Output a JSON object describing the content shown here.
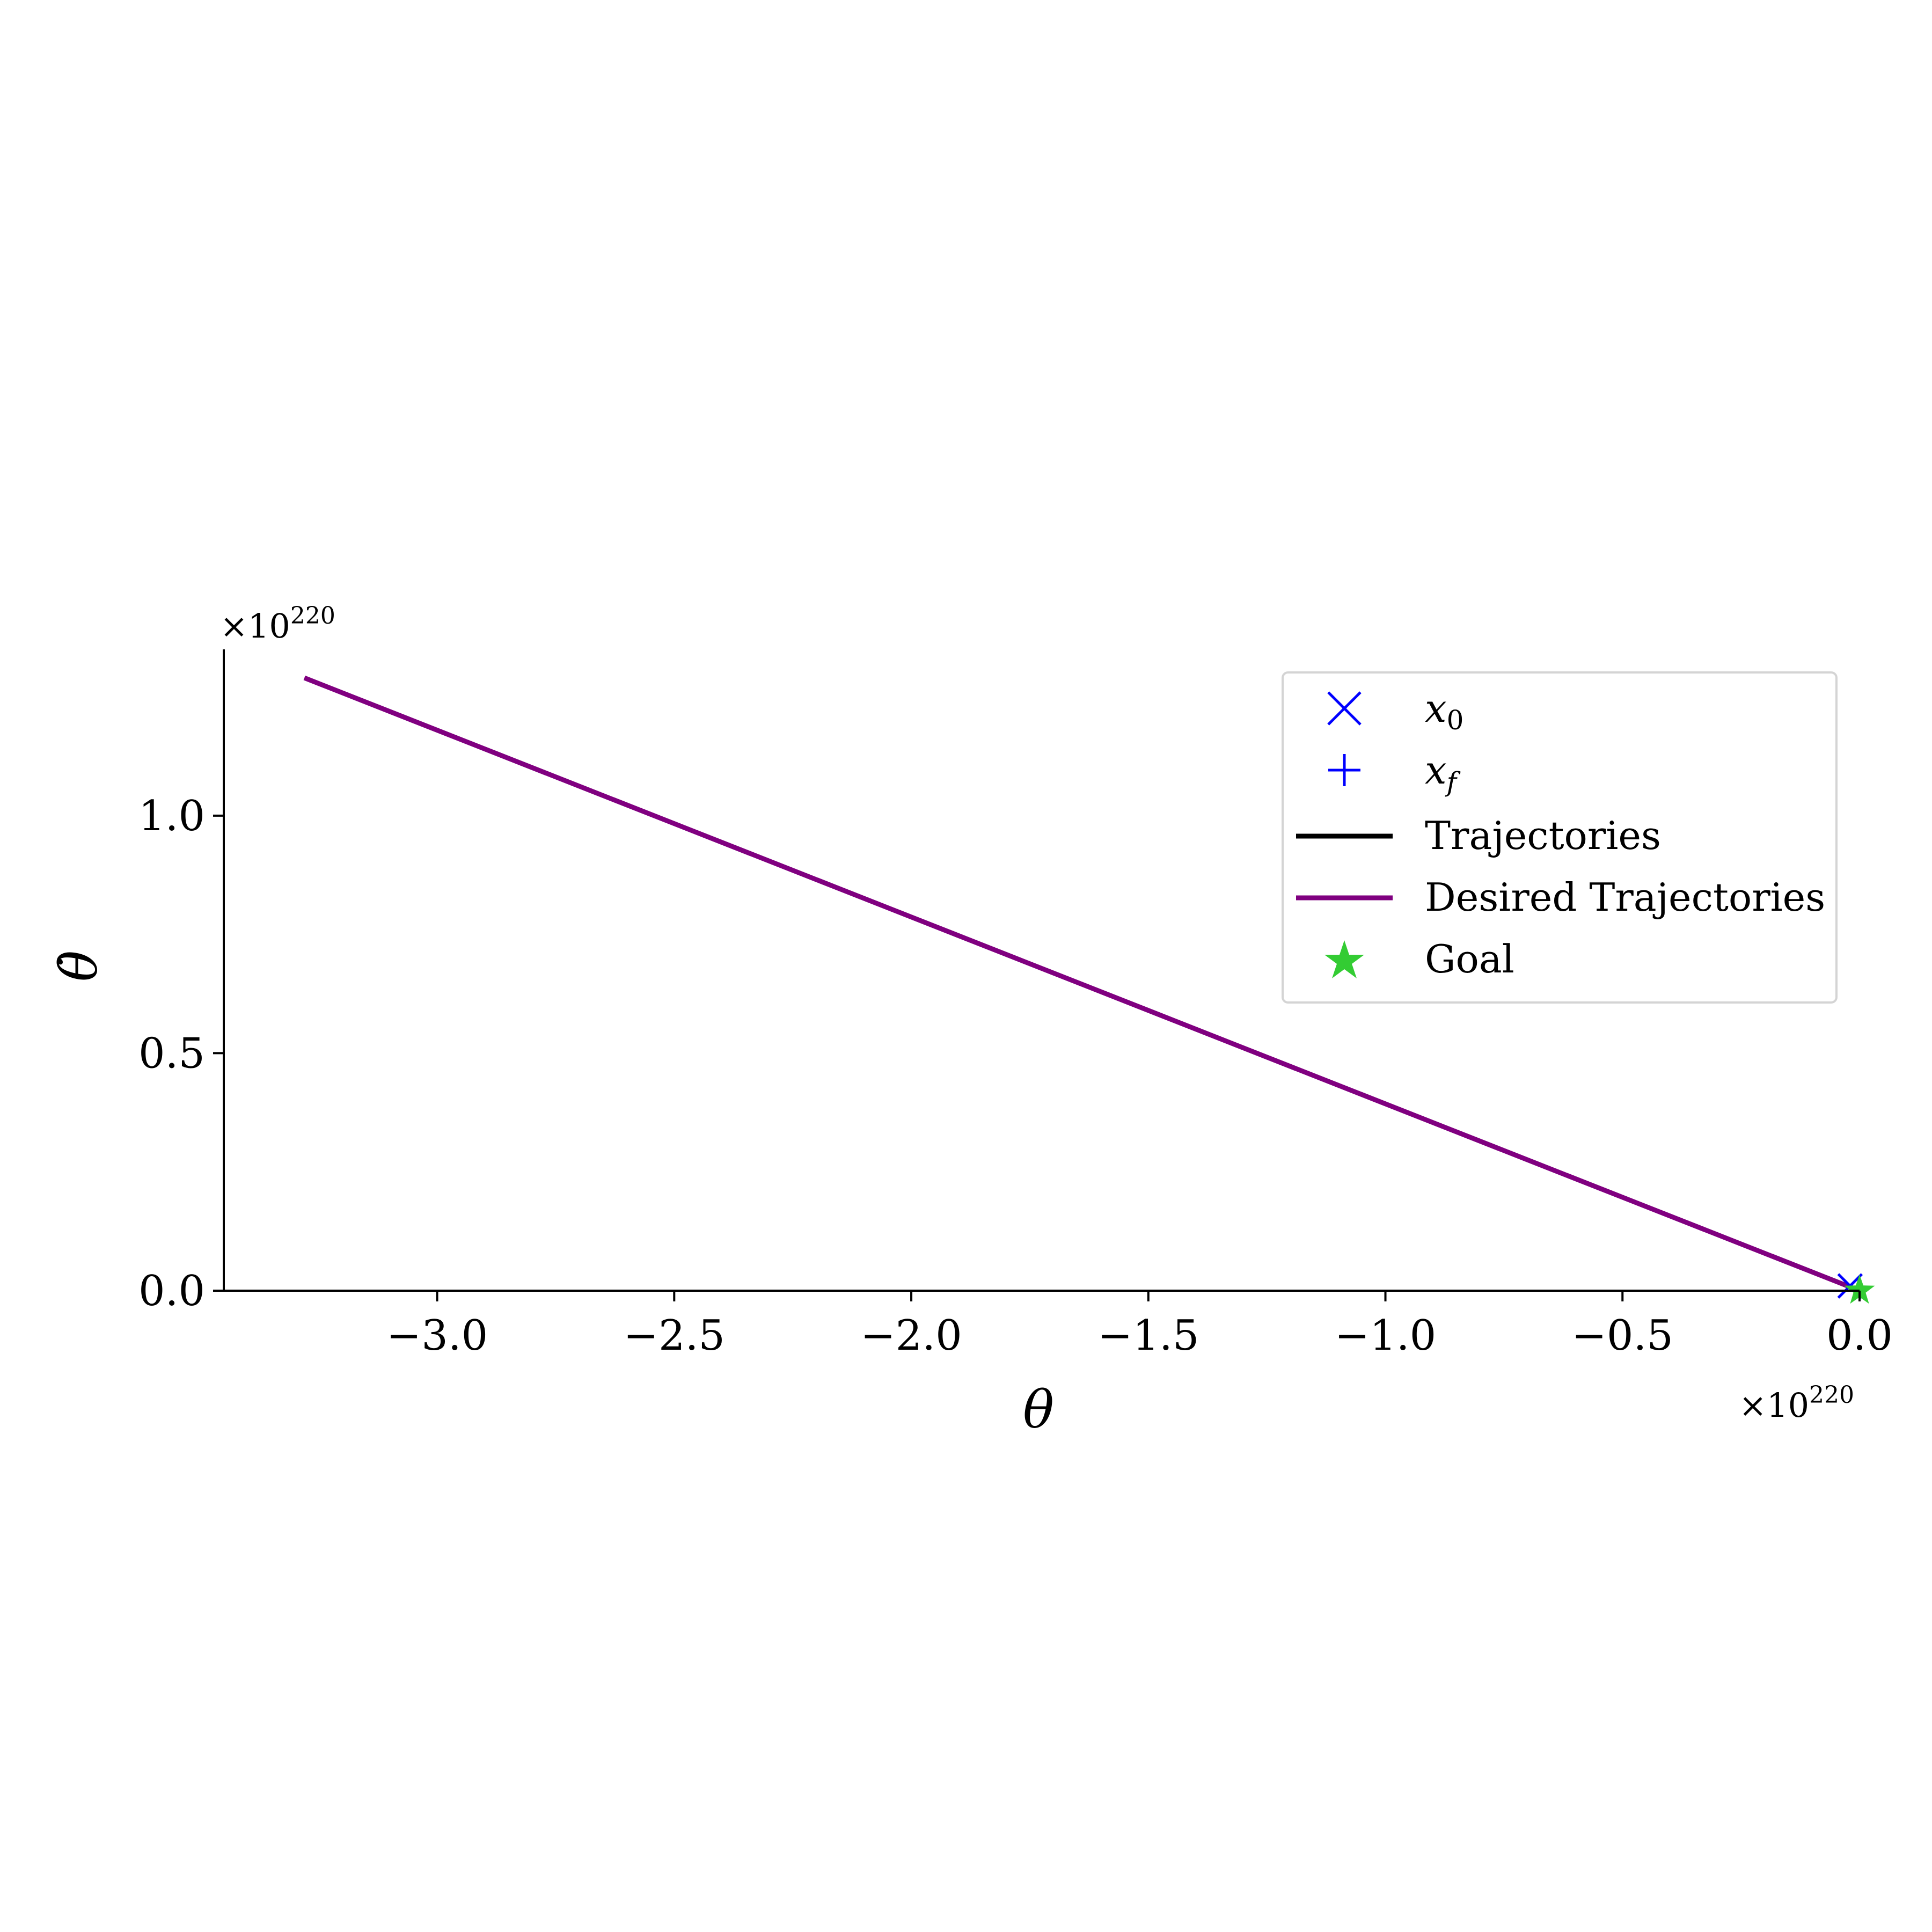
{
  "chart_data": {
    "type": "line",
    "xlabel": "θ",
    "ylabel": "θ̇",
    "x_offset_text": {
      "base": "×10",
      "exponent": "220"
    },
    "y_offset_text": {
      "base": "×10",
      "exponent": "220"
    },
    "xlim": [
      -3.45,
      0.0
    ],
    "ylim": [
      0.0,
      1.35
    ],
    "x_ticks": [
      {
        "value": -3.0,
        "label": "−3.0"
      },
      {
        "value": -2.5,
        "label": "−2.5"
      },
      {
        "value": -2.0,
        "label": "−2.0"
      },
      {
        "value": -1.5,
        "label": "−1.5"
      },
      {
        "value": -1.0,
        "label": "−1.0"
      },
      {
        "value": -0.5,
        "label": "−0.5"
      },
      {
        "value": 0.0,
        "label": "0.0"
      }
    ],
    "y_ticks": [
      {
        "value": 0.0,
        "label": "0.0"
      },
      {
        "value": 0.5,
        "label": "0.5"
      },
      {
        "value": 1.0,
        "label": "1.0"
      }
    ],
    "series": [
      {
        "name": "Desired Trajectories",
        "color": "#800080",
        "style": "line",
        "x": [
          -3.28,
          0.0
        ],
        "y": [
          1.29,
          0.0
        ]
      }
    ],
    "markers": [
      {
        "name": "x0",
        "marker": "x",
        "color": "#0000ff",
        "x": -0.02,
        "y": 0.01
      },
      {
        "name": "Goal",
        "marker": "star",
        "color": "#33cc33",
        "x": 0.0,
        "y": 0.0
      }
    ],
    "legend": {
      "position": "upper-right",
      "entries": [
        {
          "label": "x",
          "sub": "0",
          "marker": "x",
          "color": "#0000ff"
        },
        {
          "label": "x",
          "sub": "f",
          "marker": "plus",
          "color": "#0000ff"
        },
        {
          "label": "Trajectories",
          "marker": "line",
          "color": "#000000"
        },
        {
          "label": "Desired Trajectories",
          "marker": "line",
          "color": "#800080"
        },
        {
          "label": "Goal",
          "marker": "star",
          "color": "#33cc33"
        }
      ]
    },
    "grid": false
  }
}
